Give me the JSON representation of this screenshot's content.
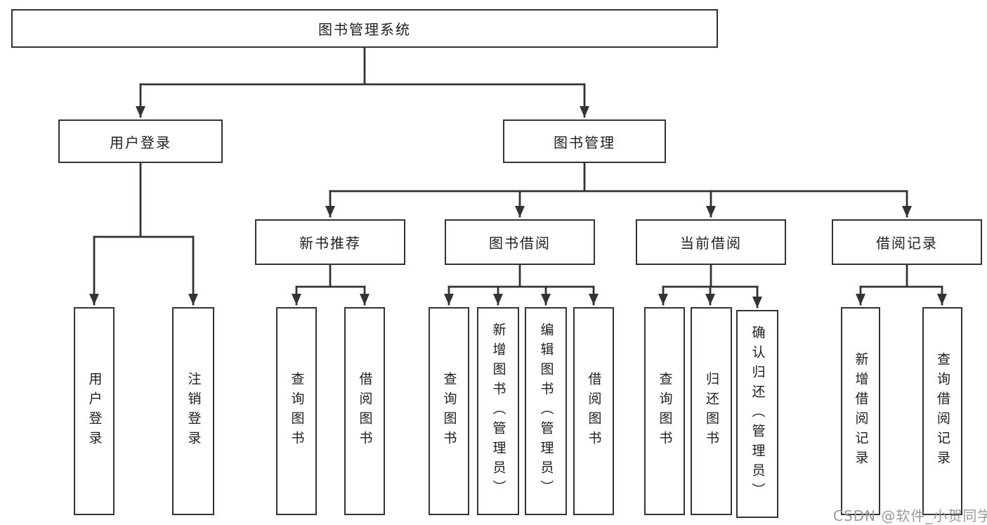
{
  "diagram": {
    "type": "hierarchy-tree",
    "nodes": {
      "root": "图书管理系统",
      "login": "用户登录",
      "mgmt": "图书管理",
      "new_book": "新书推荐",
      "borrow": "图书借阅",
      "current": "当前借阅",
      "records": "借阅记录",
      "user_login": "用户登录",
      "logout": "注销登录",
      "nb_query": "查询图书",
      "nb_borrow": "借阅图书",
      "bb_query": "查询图书",
      "bb_add": "新增图书（管理员）",
      "bb_edit": "编辑图书（管理员）",
      "bb_borrow": "借阅图书",
      "cb_query": "查询图书",
      "cb_return": "归还图书",
      "cb_confirm": "确认归还（管理员）",
      "br_add": "新增借阅记录",
      "br_query": "查询借阅记录"
    },
    "structure": {
      "root": [
        "login",
        "mgmt"
      ],
      "login": [
        "user_login",
        "logout"
      ],
      "mgmt": [
        "new_book",
        "borrow",
        "current",
        "records"
      ],
      "new_book": [
        "nb_query",
        "nb_borrow"
      ],
      "borrow": [
        "bb_query",
        "bb_add",
        "bb_edit",
        "bb_borrow"
      ],
      "current": [
        "cb_query",
        "cb_return",
        "cb_confirm"
      ],
      "records": [
        "br_add",
        "br_query"
      ]
    },
    "colors": {
      "line": "#333333",
      "box_border": "#333333",
      "text": "#1f1f1f",
      "watermark": "#9a9a9e",
      "background": "#ffffff"
    }
  },
  "watermark": "CSDN @软件_小贺同学"
}
